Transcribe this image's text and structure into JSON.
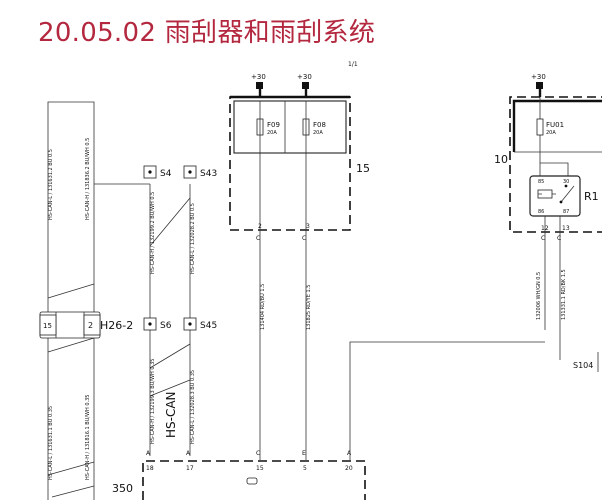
{
  "title": "20.05.02 雨刮器和雨刮系统",
  "page_no": "1/1",
  "labels": {
    "plus30": "+30",
    "s4": "S4",
    "s43": "S43",
    "s6": "S6",
    "s45": "S45",
    "h26_2": "H26-2",
    "pin15": "15",
    "pin2": "2",
    "hs_can": "HS-CAN",
    "box15": "15",
    "box10": "10",
    "s104": "S104",
    "module350": "350"
  },
  "fuses": [
    {
      "name": "F09",
      "rating": "20A"
    },
    {
      "name": "F08",
      "rating": "20A"
    },
    {
      "name": "FU01",
      "rating": "20A"
    }
  ],
  "relay": {
    "name": "R1",
    "pin85": "85",
    "pin30": "30",
    "pin86": "86",
    "pin87": "87"
  },
  "pins": {
    "fuse_out_2": "2",
    "fuse_out_3": "3",
    "relay_out_12": "12",
    "relay_out_13": "13",
    "a": "A",
    "c": "C",
    "e": "E",
    "m18": "18",
    "m17": "17",
    "m15": "15",
    "m5": "5",
    "m20": "20"
  },
  "wires": {
    "left": [
      "HS-CAN-L / 131631.2 BU 0.5",
      "HS-CAN-H / 131836.2 BU/WH 0.5",
      "HS-CAN-H / 132199.2 BU/WH 0.5",
      "HS-CAN-L / 132028.2 BU 0.5",
      "HS-CAN-L / 131631.1 BU 0.35",
      "HS-CAN-H / 131816.1 BU/WH 0.35",
      "HS-CAN-H / 132199.3 BU/WH 0.35",
      "HS-CAN-L / 132028.3 BU 0.35"
    ],
    "mid": [
      "131404 RD/BU 1.5",
      "131825 RD/YE 1.5"
    ],
    "right": [
      "132006 WH/GN 0.5",
      "131331.1 RD/BK 1.5"
    ]
  }
}
